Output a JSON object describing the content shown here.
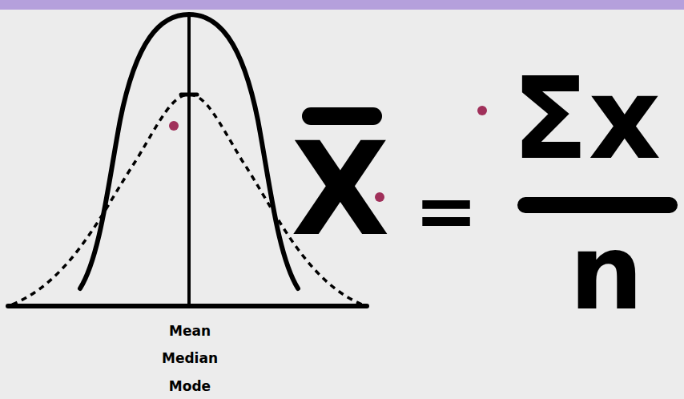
{
  "diagram": {
    "labels": [
      "Mean",
      "Median",
      "Mode",
      "X",
      "=",
      "Σx",
      "n"
    ]
  }
}
